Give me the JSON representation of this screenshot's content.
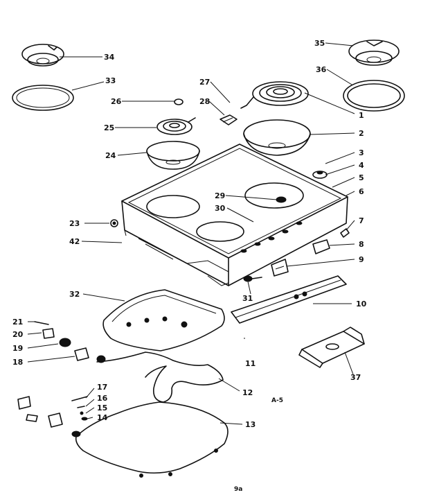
{
  "diagram": {
    "part_numbers": {
      "p1": "1",
      "p2": "2",
      "p3": "3",
      "p4": "4",
      "p5": "5",
      "p6": "6",
      "p7": "7",
      "p8": "8",
      "p9": "9",
      "p10": "10",
      "p11": "11",
      "p12": "12",
      "p13": "13",
      "p14": "14",
      "p15": "15",
      "p16": "16",
      "p17": "17",
      "p18": "18",
      "p19": "19",
      "p20": "20",
      "p21": "21",
      "p23": "23",
      "p24": "24",
      "p25": "25",
      "p26": "26",
      "p27": "27",
      "p28": "28",
      "p29": "29",
      "p30": "30",
      "p31": "31",
      "p32": "32",
      "p33": "33",
      "p34": "34",
      "p35": "35",
      "p36": "36",
      "p37": "37",
      "p42": "42"
    },
    "figure_code": "A-5",
    "page_mark": "9a"
  }
}
